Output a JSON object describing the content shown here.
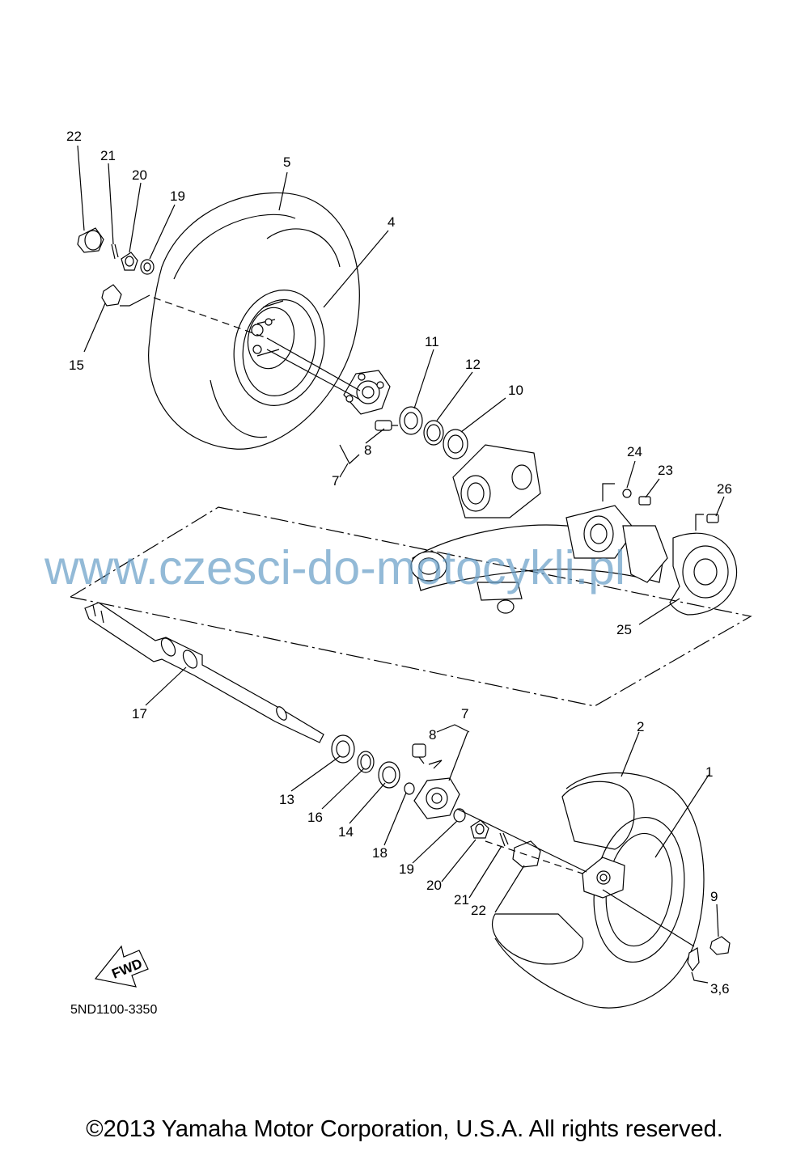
{
  "callouts": {
    "c22a": "22",
    "c21a": "21",
    "c20a": "20",
    "c19a": "19",
    "c5": "5",
    "c4": "4",
    "c15": "15",
    "c11": "11",
    "c12": "12",
    "c10": "10",
    "c8a": "8",
    "c7a": "7",
    "c24": "24",
    "c23": "23",
    "c26": "26",
    "c25": "25",
    "c17": "17",
    "c2": "2",
    "c1": "1",
    "c7b": "7",
    "c8b": "8",
    "c13": "13",
    "c16": "16",
    "c14": "14",
    "c18": "18",
    "c19b": "19",
    "c20b": "20",
    "c21b": "21",
    "c22b": "22",
    "c9": "9",
    "c36": "3,6"
  },
  "fwd_label": "FWD",
  "part_code": "5ND1100-3350",
  "watermark": "www.czesci-do-motocykli.pl",
  "copyright": "©2013 Yamaha Motor Corporation, U.S.A. All rights reserved.",
  "colors": {
    "watermark": "#69a0c8",
    "ink": "#000000"
  }
}
